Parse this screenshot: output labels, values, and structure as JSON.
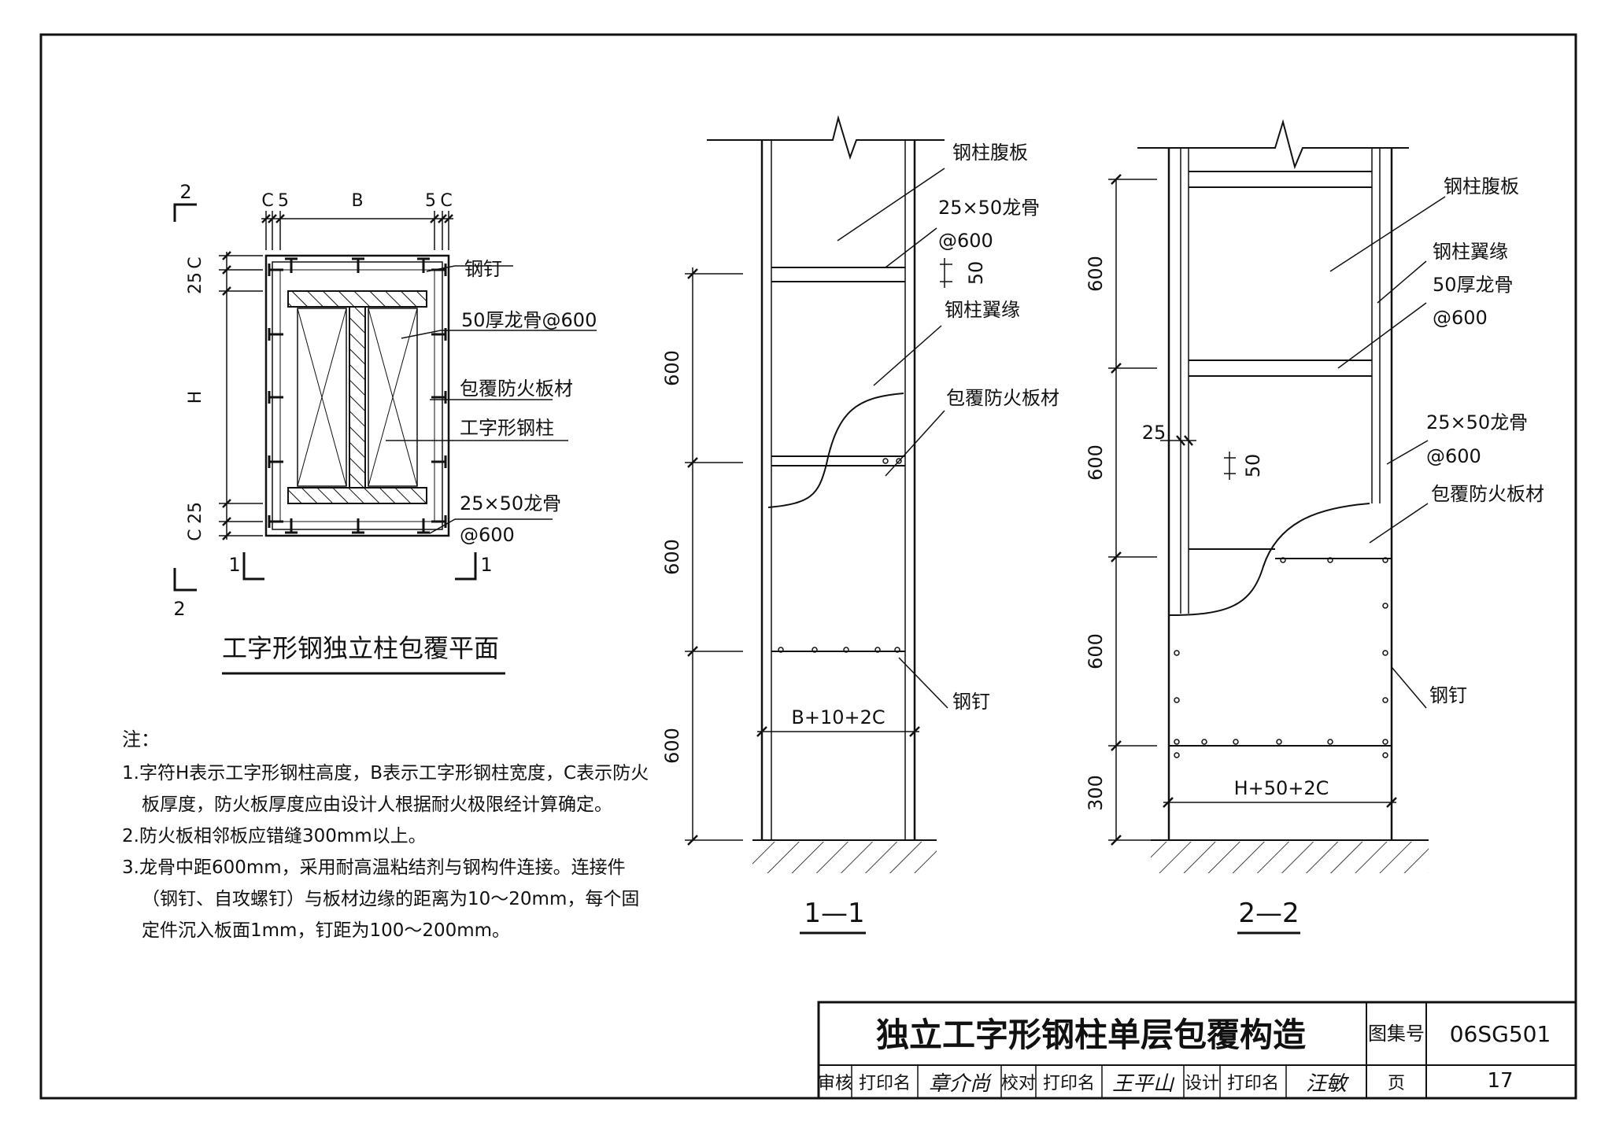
{
  "plan": {
    "title": "工字形钢独立柱包覆平面",
    "dims": {
      "c": "C",
      "five": "5",
      "b": "B",
      "twentyfive": "25",
      "h": "H"
    },
    "section_marks": {
      "s1": "1",
      "s2": "2"
    },
    "labels": {
      "nail": "钢钉",
      "keel": "50厚龙骨@600",
      "board": "包覆防火板材",
      "column": "工字形钢柱",
      "keel_small": "25×50龙骨",
      "spacing": "@600"
    }
  },
  "notes": {
    "heading": "注：",
    "lines": [
      "1.字符H表示工字形钢柱高度，B表示工字形钢柱宽度，C表示防火",
      "板厚度，防火板厚度应由设计人根据耐火极限经计算确定。",
      "2.防火板相邻板应错缝300mm以上。",
      "3.龙骨中距600mm，采用耐高温粘结剂与钢构件连接。连接件",
      "（钢钉、自攻螺钉）与板材边缘的距离为10～20mm，每个固",
      "定件沉入板面1mm，钉距为100～200mm。"
    ]
  },
  "section11": {
    "title": "1—1",
    "dims": [
      "600",
      "600",
      "600"
    ],
    "width_dim": "B+10+2C",
    "fifty": "50",
    "labels": {
      "web": "钢柱腹板",
      "keel": "25×50龙骨",
      "spacing": "@600",
      "flange": "钢柱翼缘",
      "board": "包覆防火板材",
      "nail": "钢钉"
    }
  },
  "section22": {
    "title": "2—2",
    "dims": [
      "600",
      "600",
      "600",
      "300"
    ],
    "width_dim": "H+50+2C",
    "twentyfive": "25",
    "fifty": "50",
    "labels": {
      "web": "钢柱腹板",
      "flange": "钢柱翼缘",
      "keel": "50厚龙骨",
      "spacing": "@600",
      "keel_small": "25×50龙骨",
      "spacing2": "@600",
      "board": "包覆防火板材",
      "nail": "钢钉"
    }
  },
  "titleblock": {
    "title": "独立工字形钢柱单层包覆构造",
    "atlas_label": "图集号",
    "atlas_no": "06SG501",
    "review": "审核",
    "print1": "打印名",
    "sign1": "章介尚",
    "check": "校对",
    "print2": "打印名",
    "sign2": "王平山",
    "design": "设计",
    "print3": "打印名",
    "sign3": "汪敏",
    "page_label": "页",
    "page_no": "17"
  }
}
